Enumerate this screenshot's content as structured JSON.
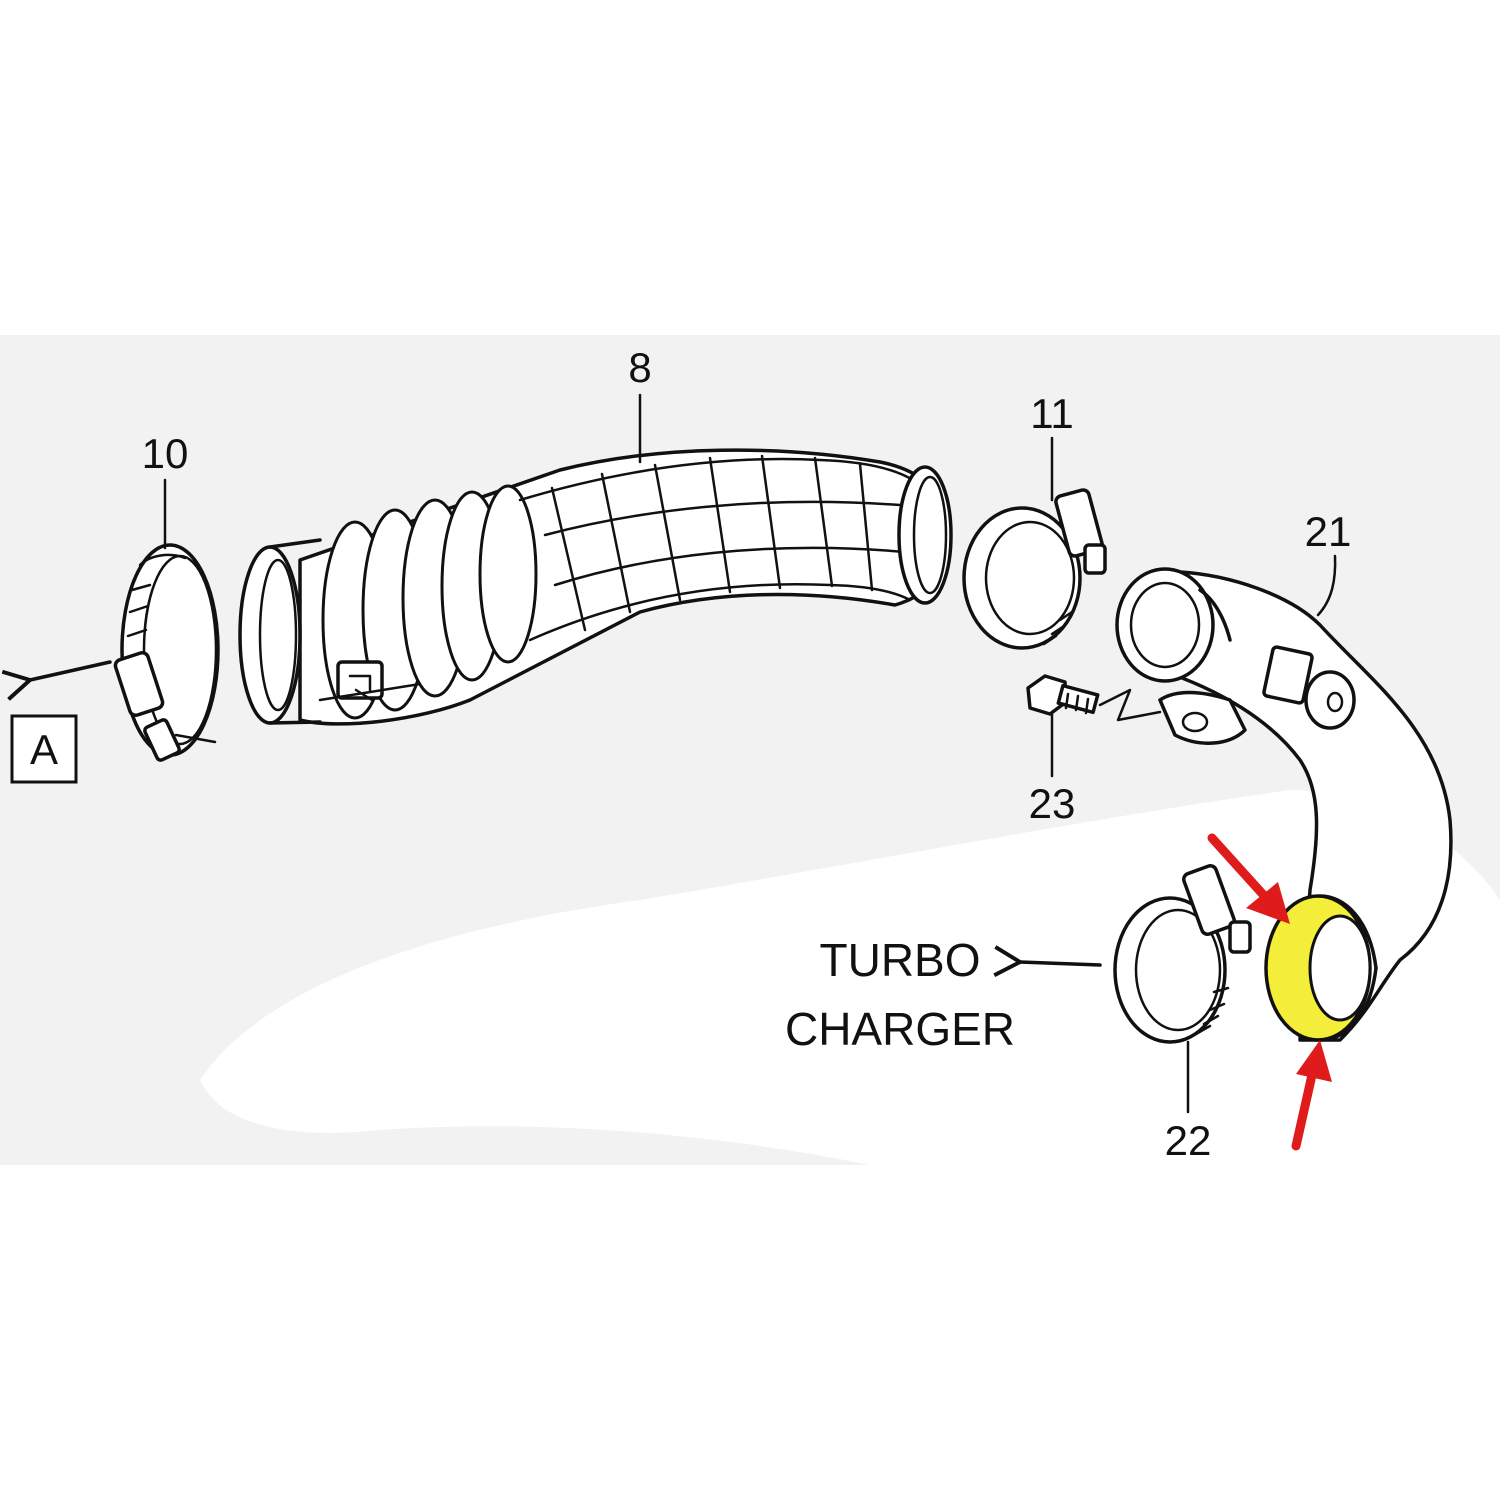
{
  "callouts": {
    "hose_8": "8",
    "clamp_10": "10",
    "clamp_11": "11",
    "pipe_21": "21",
    "clamp_22": "22",
    "bolt_23": "23"
  },
  "reference_box": "A",
  "turbo_label": {
    "line1": "TURBO",
    "line2": "CHARGER"
  },
  "colors": {
    "background": "#ffffff",
    "panel": "#f2f2f2",
    "line": "#111111",
    "highlight": "#f4ee3a",
    "arrows": "#e01b1b"
  }
}
